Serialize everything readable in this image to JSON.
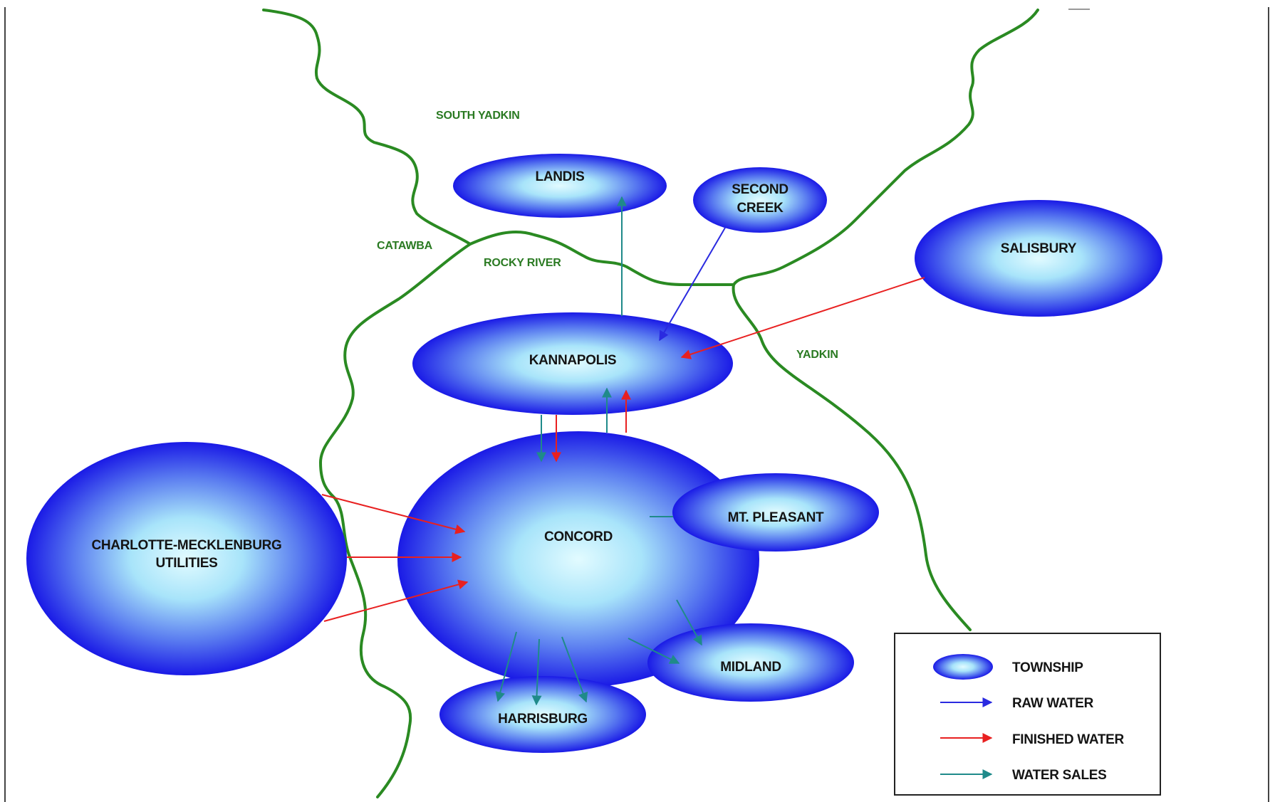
{
  "diagram": {
    "townships": {
      "landis": "LANDIS",
      "second_creek": [
        "SECOND",
        "CREEK"
      ],
      "salisbury": "SALISBURY",
      "kannapolis": "KANNAPOLIS",
      "charlotte": [
        "CHARLOTTE-MECKLENBURG",
        "UTILITIES"
      ],
      "concord": "CONCORD",
      "mt_pleasant": "MT. PLEASANT",
      "midland": "MIDLAND",
      "harrisburg": "HARRISBURG"
    },
    "rivers": {
      "south_yadkin": "SOUTH YADKIN",
      "catawba": "CATAWBA",
      "rocky_river": "ROCKY RIVER",
      "yadkin": "YADKIN"
    },
    "legend": {
      "township": "TOWNSHIP",
      "raw_water": "RAW WATER",
      "finished_water": "FINISHED WATER",
      "water_sales": "WATER SALES"
    },
    "colors": {
      "river": "#2a8a22",
      "raw_water": "#2a2ae0",
      "finished_water": "#e82020",
      "water_sales": "#1f8a8a",
      "township_edge": "#1a1ae6",
      "township_center": "#e2fbff"
    }
  }
}
